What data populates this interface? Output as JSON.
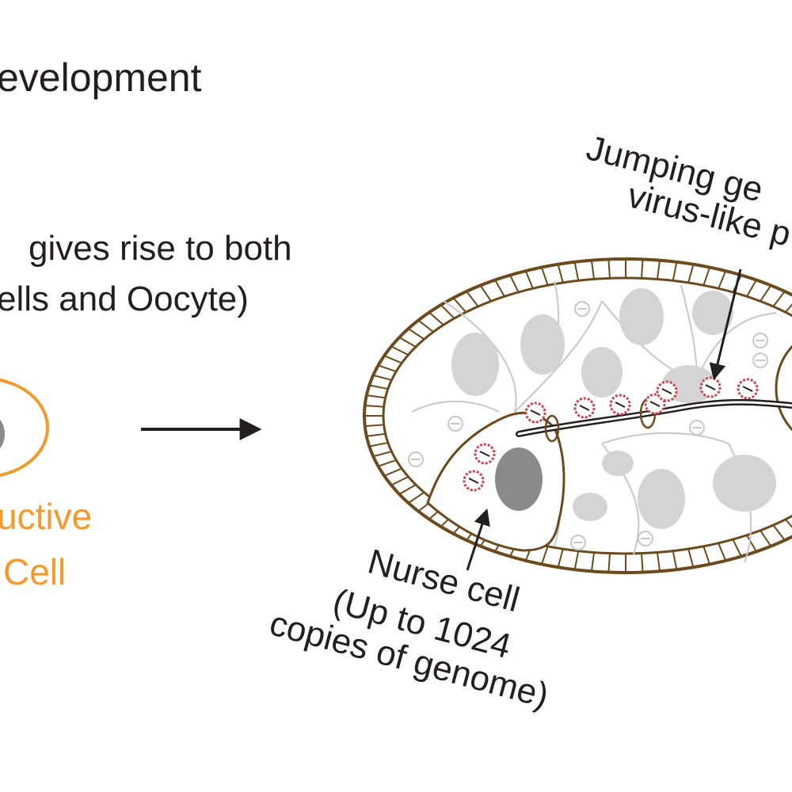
{
  "title": "evelopment",
  "description": {
    "line1": "gives rise to both",
    "line2": "ells and Oocyte)"
  },
  "cell_label": {
    "line1": "uctive",
    "line2": "Cell"
  },
  "jumping_label": {
    "line1": "Jumping ge",
    "line2": "virus-like p"
  },
  "nurse_label": {
    "line1": "Nurse cell",
    "line2": "(Up to 1024",
    "line3": "copies of genome)"
  },
  "colors": {
    "orange": "#f29a2e",
    "brown": "#6b4a1e",
    "red": "#c9464f",
    "dark_gray": "#8a8a8a",
    "light_gray": "#d4d4d4",
    "ink": "#231f20"
  }
}
